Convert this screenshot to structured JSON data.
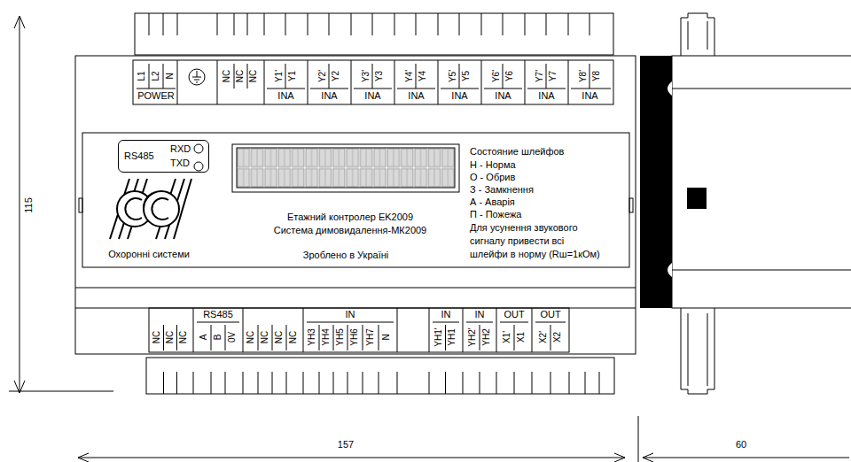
{
  "diagram": {
    "nodes": [
      {
        "text": [
          "RS485",
          "RXD",
          "TXD"
        ]
      }
    ],
    "labels": [
      "L1",
      "L2",
      "N",
      "NC",
      "NC",
      "NC",
      "Y1'",
      "Y1",
      "Y2'",
      "Y2",
      "Y3'",
      "Y3",
      "Y4'",
      "Y4",
      "Y5'",
      "Y5",
      "Y6'",
      "Y6",
      "Y7'",
      "Y7",
      "Y8'",
      "Y8",
      "POWER",
      "INA",
      "INA",
      "INA",
      "INA",
      "INA",
      "INA",
      "INA",
      "INA",
      "Охоронні системи",
      "Етажний контролер EK2009",
      "Система димовидалення-МК2009",
      "Зроблено в Україні",
      "Состояние шлейфов",
      "Н - Норма",
      "О - Обрив",
      "З - Замкнення",
      "А - Аварія",
      "П - Пожежа",
      "Для усунення звукового сигналу привести всі шлейфи в норму (Rш=1кОм)",
      "RS485",
      "IN",
      "IN",
      "IN",
      "OUT",
      "OUT",
      "NC",
      "NC",
      "NC",
      "A",
      "B",
      "0V",
      "NC",
      "NC",
      "NC",
      "NC",
      "YH3",
      "YH4",
      "YH5",
      "YH6",
      "YH7",
      "N",
      "YH1'",
      "YH1",
      "YH2'",
      "YH2",
      "X1'",
      "X1",
      "X2'",
      "X2",
      "115",
      "157",
      "60"
    ]
  }
}
